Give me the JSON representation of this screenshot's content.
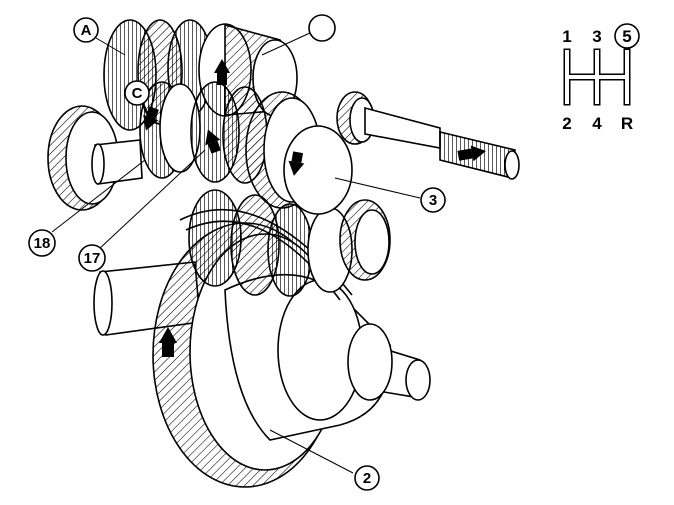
{
  "callouts": {
    "a": "A",
    "c": "C",
    "blank": "",
    "gear3": "3",
    "gear2": "2",
    "gear17": "17",
    "gear18": "18"
  },
  "shift_pattern": {
    "top": [
      "1",
      "3",
      "5"
    ],
    "bottom": [
      "2",
      "4",
      "R"
    ],
    "highlighted_gear": "5"
  },
  "colors": {
    "ink": "#000000",
    "paper": "#ffffff"
  }
}
